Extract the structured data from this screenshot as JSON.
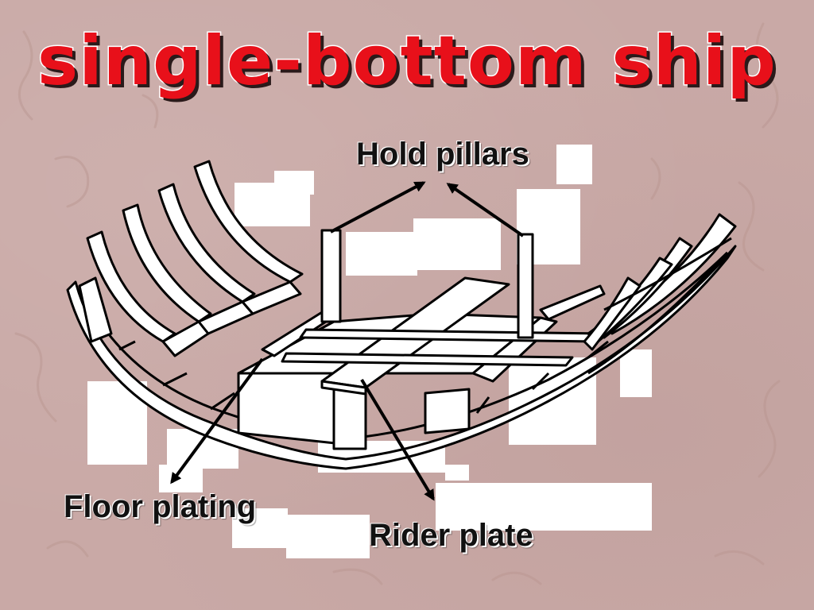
{
  "slide": {
    "title": "single-bottom ship",
    "labels": {
      "hold_pillars": "Hold pillars",
      "floor_plating": "Floor plating",
      "rider_plate": "Rider plate"
    },
    "colors": {
      "background": "#c9a9a6",
      "title": "#e8101a",
      "label_text": "#111111",
      "line_art": "#000000",
      "highlight": "#ffffff"
    }
  }
}
